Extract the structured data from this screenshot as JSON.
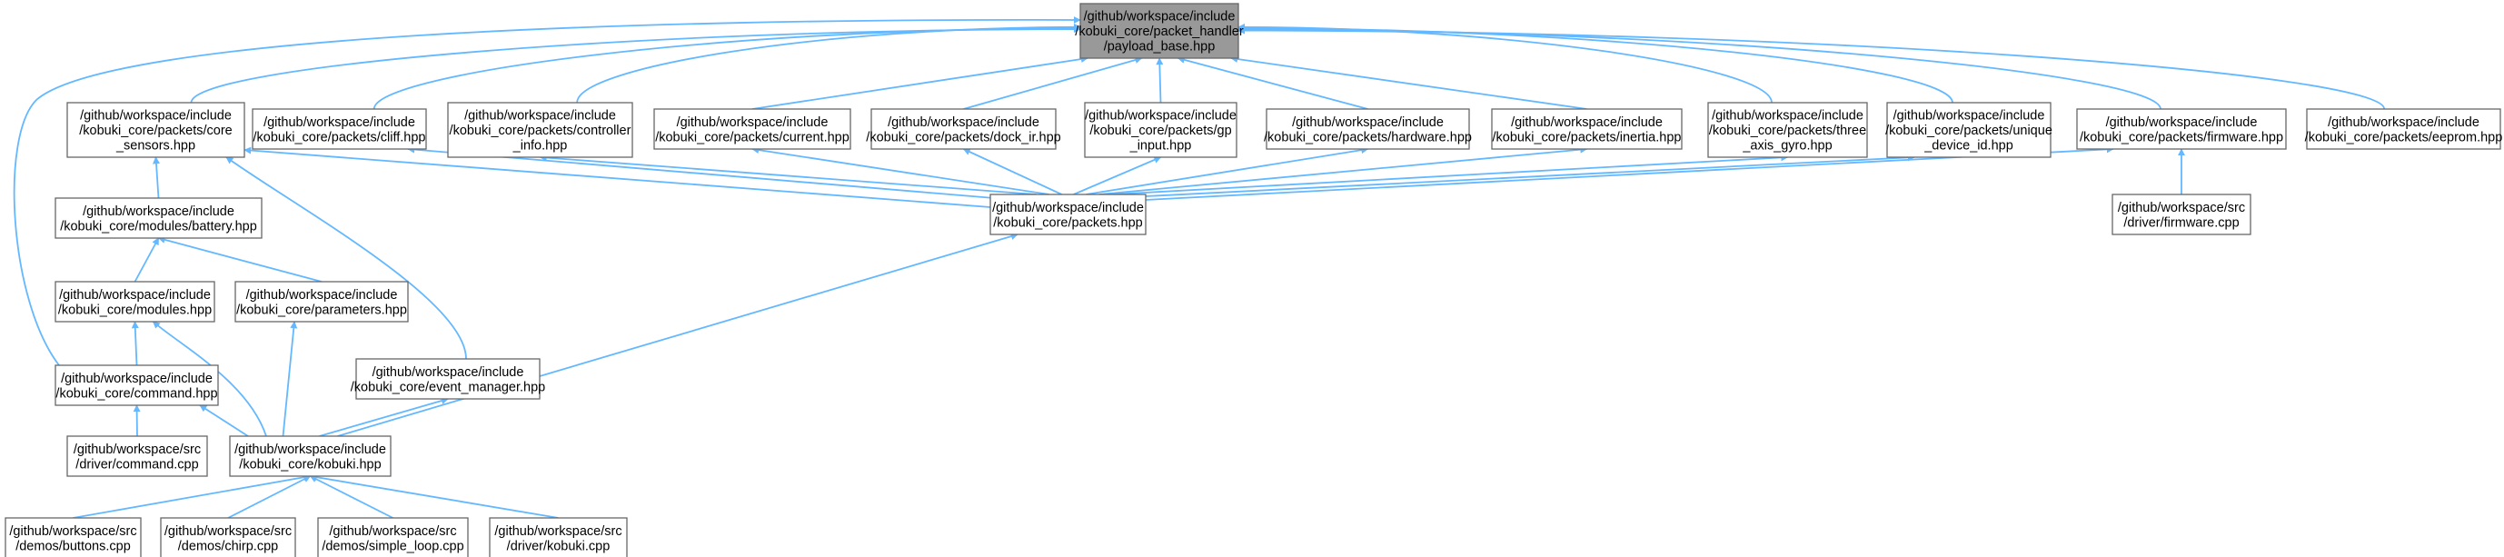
{
  "root": {
    "id": "payload_base",
    "lines": [
      "/github/workspace/include",
      "/kobuki_core/packet_handler",
      "/payload_base.hpp"
    ]
  },
  "nodes": [
    {
      "id": "core_sensors",
      "lines": [
        "/github/workspace/include",
        "/kobuki_core/packets/core",
        "_sensors.hpp"
      ]
    },
    {
      "id": "cliff",
      "lines": [
        "/github/workspace/include",
        "/kobuki_core/packets/cliff.hpp"
      ]
    },
    {
      "id": "controller_info",
      "lines": [
        "/github/workspace/include",
        "/kobuki_core/packets/controller",
        "_info.hpp"
      ]
    },
    {
      "id": "current",
      "lines": [
        "/github/workspace/include",
        "/kobuki_core/packets/current.hpp"
      ]
    },
    {
      "id": "dock_ir",
      "lines": [
        "/github/workspace/include",
        "/kobuki_core/packets/dock_ir.hpp"
      ]
    },
    {
      "id": "gp_input",
      "lines": [
        "/github/workspace/include",
        "/kobuki_core/packets/gp",
        "_input.hpp"
      ]
    },
    {
      "id": "hardware",
      "lines": [
        "/github/workspace/include",
        "/kobuki_core/packets/hardware.hpp"
      ]
    },
    {
      "id": "inertia",
      "lines": [
        "/github/workspace/include",
        "/kobuki_core/packets/inertia.hpp"
      ]
    },
    {
      "id": "three_axis_gyro",
      "lines": [
        "/github/workspace/include",
        "/kobuki_core/packets/three",
        "_axis_gyro.hpp"
      ]
    },
    {
      "id": "unique_device_id",
      "lines": [
        "/github/workspace/include",
        "/kobuki_core/packets/unique",
        "_device_id.hpp"
      ]
    },
    {
      "id": "firmware_hpp",
      "lines": [
        "/github/workspace/include",
        "/kobuki_core/packets/firmware.hpp"
      ]
    },
    {
      "id": "eeprom",
      "lines": [
        "/github/workspace/include",
        "/kobuki_core/packets/eeprom.hpp"
      ]
    },
    {
      "id": "packets",
      "lines": [
        "/github/workspace/include",
        "/kobuki_core/packets.hpp"
      ]
    },
    {
      "id": "firmware_cpp",
      "lines": [
        "/github/workspace/src",
        "/driver/firmware.cpp"
      ]
    },
    {
      "id": "battery",
      "lines": [
        "/github/workspace/include",
        "/kobuki_core/modules/battery.hpp"
      ]
    },
    {
      "id": "modules",
      "lines": [
        "/github/workspace/include",
        "/kobuki_core/modules.hpp"
      ]
    },
    {
      "id": "parameters",
      "lines": [
        "/github/workspace/include",
        "/kobuki_core/parameters.hpp"
      ]
    },
    {
      "id": "command_hpp",
      "lines": [
        "/github/workspace/include",
        "/kobuki_core/command.hpp"
      ]
    },
    {
      "id": "event_manager",
      "lines": [
        "/github/workspace/include",
        "/kobuki_core/event_manager.hpp"
      ]
    },
    {
      "id": "command_cpp",
      "lines": [
        "/github/workspace/src",
        "/driver/command.cpp"
      ]
    },
    {
      "id": "kobuki_hpp",
      "lines": [
        "/github/workspace/include",
        "/kobuki_core/kobuki.hpp"
      ]
    },
    {
      "id": "buttons",
      "lines": [
        "/github/workspace/src",
        "/demos/buttons.cpp"
      ]
    },
    {
      "id": "chirp",
      "lines": [
        "/github/workspace/src",
        "/demos/chirp.cpp"
      ]
    },
    {
      "id": "simple_loop",
      "lines": [
        "/github/workspace/src",
        "/demos/simple_loop.cpp"
      ]
    },
    {
      "id": "kobuki_cpp",
      "lines": [
        "/github/workspace/src",
        "/driver/kobuki.cpp"
      ]
    }
  ],
  "edges": [
    {
      "from": "core_sensors",
      "to": "payload_base"
    },
    {
      "from": "cliff",
      "to": "payload_base"
    },
    {
      "from": "controller_info",
      "to": "payload_base"
    },
    {
      "from": "current",
      "to": "payload_base"
    },
    {
      "from": "dock_ir",
      "to": "payload_base"
    },
    {
      "from": "gp_input",
      "to": "payload_base"
    },
    {
      "from": "hardware",
      "to": "payload_base"
    },
    {
      "from": "inertia",
      "to": "payload_base"
    },
    {
      "from": "three_axis_gyro",
      "to": "payload_base"
    },
    {
      "from": "unique_device_id",
      "to": "payload_base"
    },
    {
      "from": "firmware_hpp",
      "to": "payload_base"
    },
    {
      "from": "eeprom",
      "to": "payload_base"
    },
    {
      "from": "command_hpp",
      "to": "payload_base"
    },
    {
      "from": "packets",
      "to": "core_sensors"
    },
    {
      "from": "packets",
      "to": "cliff"
    },
    {
      "from": "packets",
      "to": "controller_info"
    },
    {
      "from": "packets",
      "to": "current"
    },
    {
      "from": "packets",
      "to": "dock_ir"
    },
    {
      "from": "packets",
      "to": "gp_input"
    },
    {
      "from": "packets",
      "to": "hardware"
    },
    {
      "from": "packets",
      "to": "inertia"
    },
    {
      "from": "packets",
      "to": "three_axis_gyro"
    },
    {
      "from": "packets",
      "to": "unique_device_id"
    },
    {
      "from": "packets",
      "to": "firmware_hpp"
    },
    {
      "from": "battery",
      "to": "core_sensors"
    },
    {
      "from": "event_manager",
      "to": "core_sensors"
    },
    {
      "from": "firmware_cpp",
      "to": "firmware_hpp"
    },
    {
      "from": "modules",
      "to": "battery"
    },
    {
      "from": "parameters",
      "to": "battery"
    },
    {
      "from": "command_hpp",
      "to": "modules"
    },
    {
      "from": "kobuki_hpp",
      "to": "modules"
    },
    {
      "from": "kobuki_hpp",
      "to": "parameters"
    },
    {
      "from": "kobuki_hpp",
      "to": "packets"
    },
    {
      "from": "kobuki_hpp",
      "to": "command_hpp"
    },
    {
      "from": "kobuki_hpp",
      "to": "event_manager"
    },
    {
      "from": "command_cpp",
      "to": "command_hpp"
    },
    {
      "from": "buttons",
      "to": "kobuki_hpp"
    },
    {
      "from": "chirp",
      "to": "kobuki_hpp"
    },
    {
      "from": "simple_loop",
      "to": "kobuki_hpp"
    },
    {
      "from": "kobuki_cpp",
      "to": "kobuki_hpp"
    }
  ],
  "colors": {
    "edge": "#63b8ff",
    "node_border": "#666666",
    "node_fill": "#ffffff",
    "root_fill": "#999999",
    "text": "#000000"
  }
}
